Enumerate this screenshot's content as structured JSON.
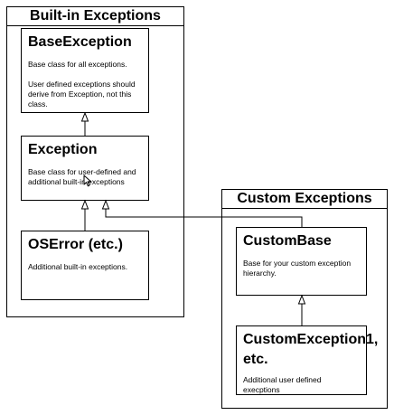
{
  "groups": {
    "builtin": {
      "title": "Built-in Exceptions"
    },
    "custom": {
      "title": "Custom Exceptions"
    }
  },
  "classes": {
    "base_exception": {
      "name": "BaseException",
      "description": "Base class for all exceptions.\n\nUser defined exceptions should derive from Exception, not this class."
    },
    "exception": {
      "name": "Exception",
      "description": "Base class for user-defined and additional built-in exceptions"
    },
    "oserror": {
      "name": "OSError (etc.)",
      "description": "Additional built-in exceptions."
    },
    "custom_base": {
      "name": "CustomBase",
      "description": "Base for your custom exception hierarchy."
    },
    "custom_exception1": {
      "name": "CustomException1, etc.",
      "description": "Additional user defined execptions"
    }
  },
  "relations": [
    {
      "from": "Exception",
      "to": "BaseException",
      "type": "inheritance"
    },
    {
      "from": "OSError (etc.)",
      "to": "Exception",
      "type": "inheritance"
    },
    {
      "from": "CustomBase",
      "to": "Exception",
      "type": "inheritance"
    },
    {
      "from": "CustomException1, etc.",
      "to": "CustomBase",
      "type": "inheritance"
    }
  ],
  "colors": {
    "line": "#000000",
    "background": "#ffffff"
  },
  "icons": {
    "pointer": "mouse-pointer-icon"
  }
}
